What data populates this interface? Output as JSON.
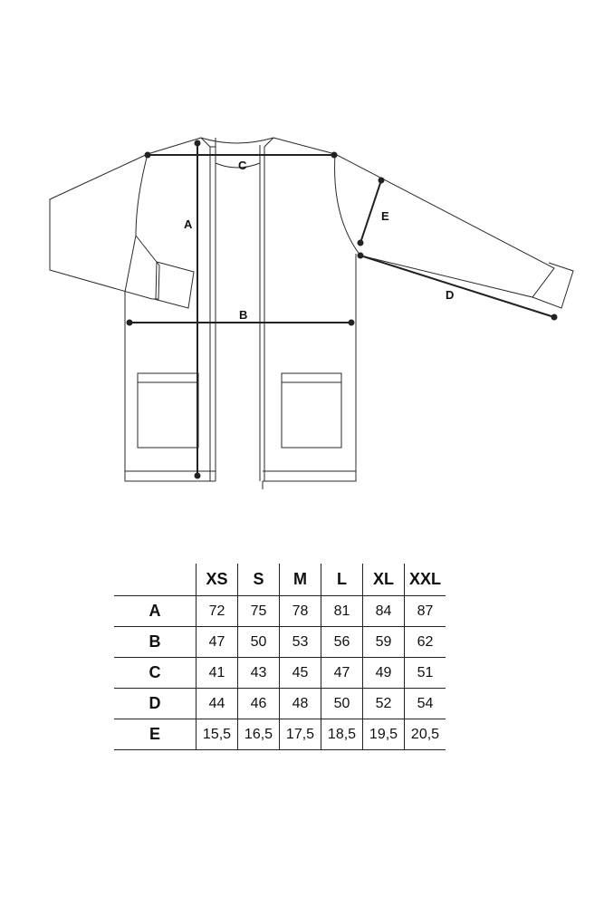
{
  "diagram": {
    "labels": {
      "a": "A",
      "b": "B",
      "c": "C",
      "d": "D",
      "e": "E"
    }
  },
  "table": {
    "columns": [
      "XS",
      "S",
      "M",
      "L",
      "XL",
      "XXL"
    ],
    "rows": [
      {
        "label": "A",
        "values": [
          "72",
          "75",
          "78",
          "81",
          "84",
          "87"
        ]
      },
      {
        "label": "B",
        "values": [
          "47",
          "50",
          "53",
          "56",
          "59",
          "62"
        ]
      },
      {
        "label": "C",
        "values": [
          "41",
          "43",
          "45",
          "47",
          "49",
          "51"
        ]
      },
      {
        "label": "D",
        "values": [
          "44",
          "46",
          "48",
          "50",
          "52",
          "54"
        ]
      },
      {
        "label": "E",
        "values": [
          "15,5",
          "16,5",
          "17,5",
          "18,5",
          "19,5",
          "20,5"
        ]
      }
    ]
  }
}
